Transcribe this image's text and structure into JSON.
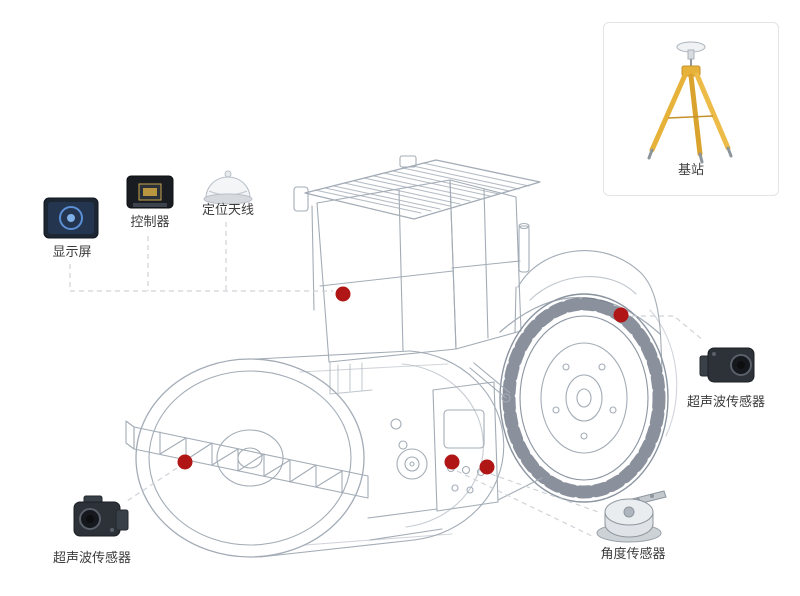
{
  "figure": {
    "type": "annotated-diagram",
    "subject": "road-roller machine sensor installation diagram"
  },
  "labels": {
    "display": "显示屏",
    "controller": "控制器",
    "positioning_antenna": "定位天线",
    "base_station": "基站",
    "ultrasonic_sensor_right": "超声波传感器",
    "ultrasonic_sensor_left": "超声波传感器",
    "angle_sensor": "角度传感器"
  },
  "markers": {
    "count": 5,
    "color": "#b01616",
    "positions": [
      "cab-side",
      "rear-wheel",
      "drum-front",
      "frame-left",
      "frame-right"
    ]
  },
  "colors": {
    "line_art": "#a3acb6",
    "tire_dark": "#6d7684",
    "dashed_connector": "#cfd3d8",
    "tripod_yellow": "#e7b23a",
    "background": "#ffffff"
  }
}
